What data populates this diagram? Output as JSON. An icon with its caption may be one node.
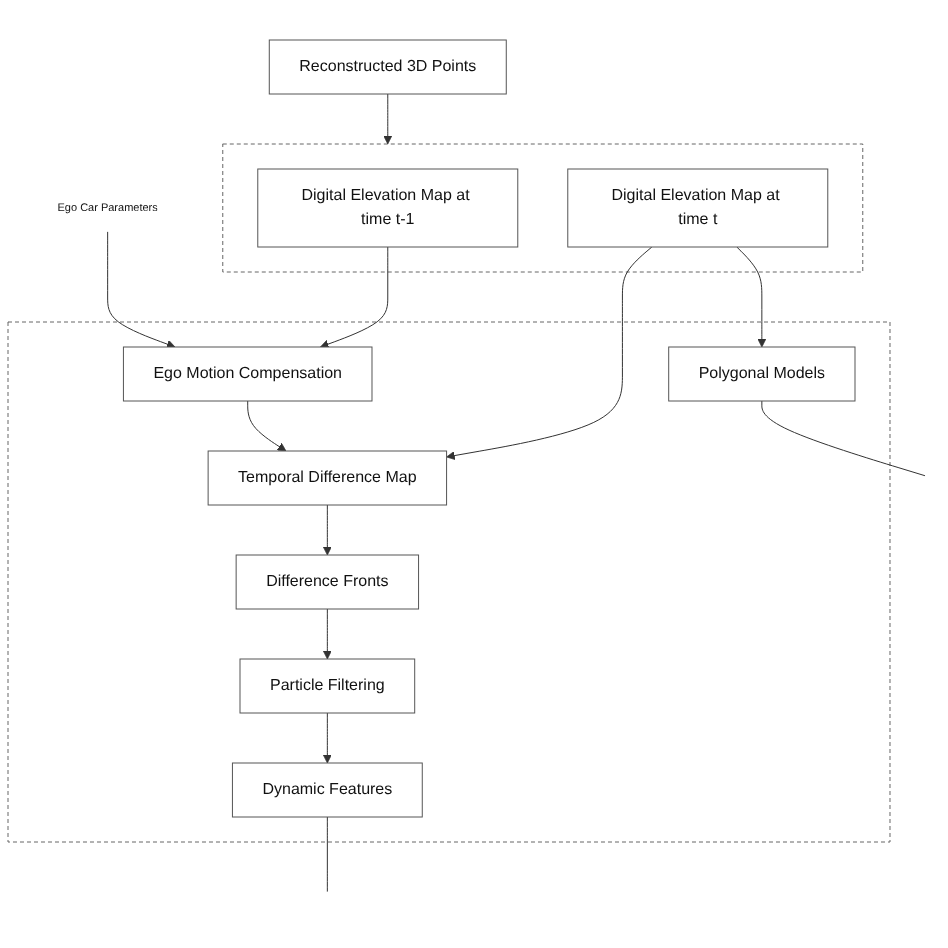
{
  "diagram": {
    "nodes": [
      {
        "text": [
          "Reconstructed 3D Points"
        ]
      },
      {
        "text": [],
        "shape": "box"
      },
      {
        "text": [
          "Digital Elevation Map at time t-1"
        ],
        "in": 1
      },
      {
        "text": [
          "Digital Elevation Map at time t"
        ],
        "in": 1
      },
      {
        "text": [],
        "shape": "box"
      },
      {
        "text": [
          "Ego Motion Compensation"
        ],
        "in": 4
      },
      {
        "text": [
          "Temporal Difference Map"
        ],
        "in": 4
      },
      {
        "text": [
          "Particle Filtering"
        ],
        "in": 4
      },
      {
        "text": [
          "Difference Fronts"
        ],
        "in": 4
      },
      {
        "text": [
          "Dynamic Features"
        ],
        "in": 4
      },
      {
        "text": [
          "Polygonal Models"
        ],
        "in": 4
      },
      {
        "text": [
          "Ego Car Parameters"
        ]
      }
    ],
    "edges": [
      {
        "from": 0,
        "to": 1,
        "arrow": "to"
      },
      {
        "from": 2,
        "to": 5,
        "arrow": "to"
      },
      {
        "from": 3,
        "to": 6,
        "arrow": "to"
      },
      {
        "from": 11,
        "to": 5,
        "arrow": "to"
      },
      {
        "from": 5,
        "to": 6,
        "arrow": "to"
      },
      {
        "from": 6,
        "to": 8,
        "arrow": "to"
      },
      {
        "from": 8,
        "to": 7,
        "arrow": "to"
      },
      {
        "from": 7,
        "to": 9,
        "arrow": "to"
      },
      {
        "from": 3,
        "to": 10,
        "arrow": "to"
      },
      {
        "from": 9,
        "to": null,
        "arrow": "none"
      },
      {
        "from": 10,
        "to": null,
        "arrow": "none"
      }
    ]
  }
}
